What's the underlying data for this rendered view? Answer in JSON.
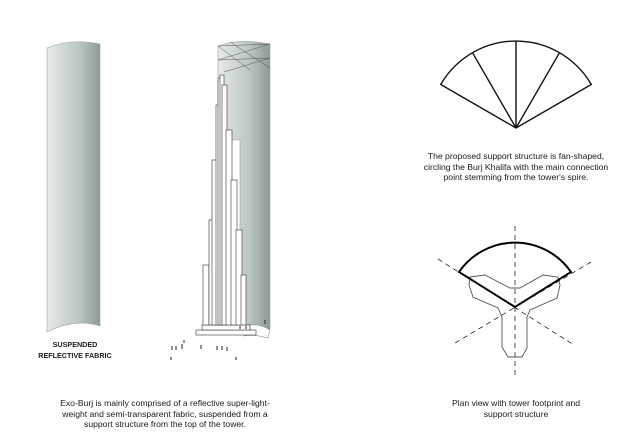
{
  "labels": {
    "fabric_line1": "SUSPENDED",
    "fabric_line2": "REFLECTIVE FABRIC"
  },
  "captions": {
    "exo_burj": [
      "Exo-Burj is mainly comprised of a reflective super-light-",
      "weight and semi-transparent fabric, suspended from a",
      "support structure from the top of the tower."
    ],
    "fan": [
      "The proposed support structure is fan-shaped,",
      "circling the Burj Khalifa with the main connection",
      "point stemming from the tower's spire."
    ],
    "plan": [
      "Plan view with tower footprint and",
      "support structure"
    ]
  },
  "colors": {
    "fabric_light": "#e4e9e8",
    "fabric_dark": "#8f9c9a",
    "line": "#111111"
  }
}
